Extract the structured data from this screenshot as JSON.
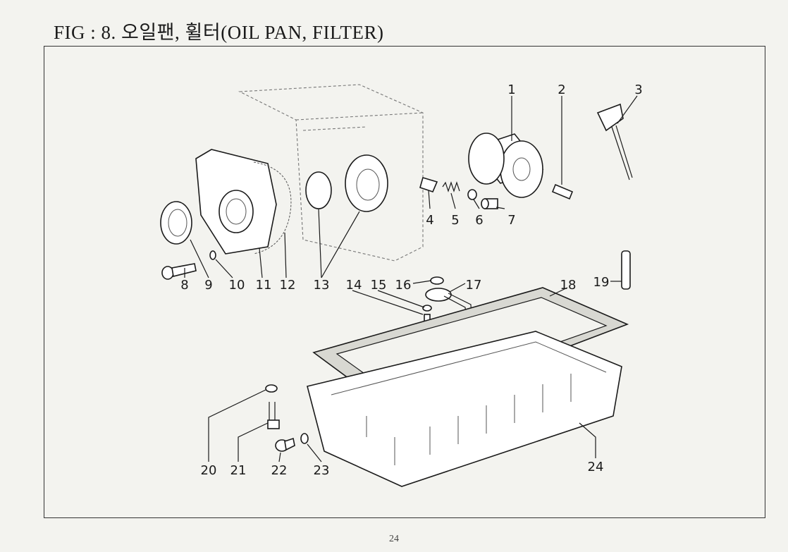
{
  "title": "FIG : 8. 오일팬, 휠터(OIL PAN, FILTER)",
  "page_number": "24",
  "part_labels": [
    "1",
    "2",
    "3",
    "4",
    "5",
    "6",
    "7",
    "8",
    "9",
    "10",
    "11",
    "12",
    "13",
    "14",
    "15",
    "16",
    "17",
    "18",
    "19",
    "20",
    "21",
    "22",
    "23",
    "24"
  ]
}
